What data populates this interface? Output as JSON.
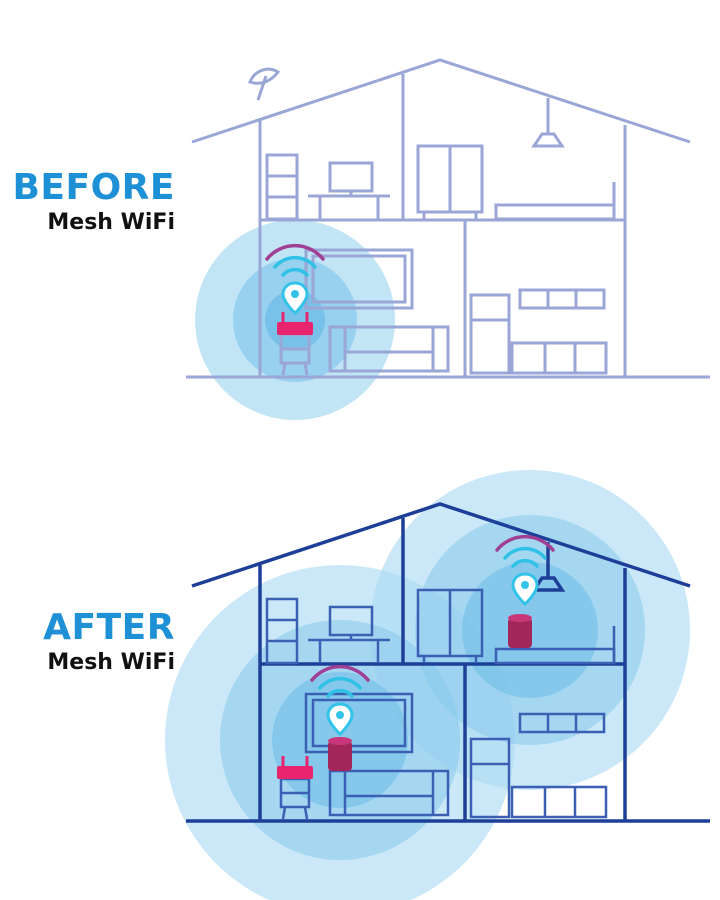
{
  "before": {
    "title": "BEFORE",
    "subtitle": "Mesh WiFi"
  },
  "after": {
    "title": "AFTER",
    "subtitle": "Mesh WiFi"
  },
  "colors": {
    "accent": "#1e90d6",
    "house_before": "#9aa6d6",
    "house_after": "#1e3f98",
    "coverage": "#7cc4e8",
    "router": "#e8256e",
    "node": "#a3265a",
    "wifi_signal": "#2fc2e6",
    "wifi_arc": "#a13f95"
  }
}
